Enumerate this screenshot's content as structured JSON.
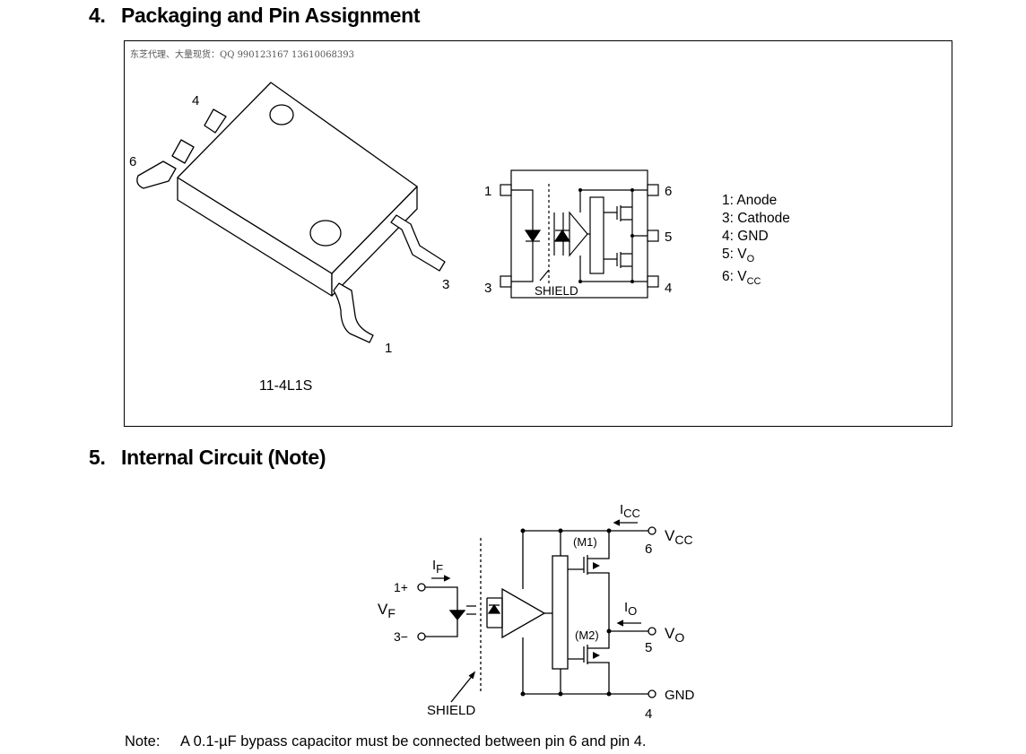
{
  "section4": {
    "number": "4.",
    "title": "Packaging and Pin Assignment"
  },
  "watermark": "东芝代理、大量现货：QQ 990123167 13610068393",
  "package": {
    "code": "11-4L1S",
    "pin_labels": [
      "4",
      "6",
      "3",
      "1"
    ]
  },
  "pin_diagram": {
    "left_pins": [
      "1",
      "3"
    ],
    "right_pins": [
      "6",
      "5",
      "4"
    ],
    "shield_label": "SHIELD"
  },
  "pin_list": [
    {
      "text": "1: Anode"
    },
    {
      "text": "3: Cathode"
    },
    {
      "text": "4: GND"
    },
    {
      "prefix": "5: V",
      "sub": "O"
    },
    {
      "prefix": "6: V",
      "sub": "CC"
    }
  ],
  "section5": {
    "number": "5.",
    "title": "Internal Circuit (Note)"
  },
  "internal_circuit": {
    "icc": {
      "main": "I",
      "sub": "CC"
    },
    "vcc": {
      "main": "V",
      "sub": "CC"
    },
    "vcc_pin": "6",
    "m1": "(M1)",
    "m2": "(M2)",
    "if": {
      "main": "I",
      "sub": "F"
    },
    "vf": {
      "main": "V",
      "sub": "F"
    },
    "in_plus": "1+",
    "in_minus": "3−",
    "io": {
      "main": "I",
      "sub": "O"
    },
    "vo": {
      "main": "V",
      "sub": "O"
    },
    "vo_pin": "5",
    "gnd": "GND",
    "gnd_pin": "4",
    "shield": "SHIELD"
  },
  "note": {
    "label": "Note:",
    "text": "A 0.1-µF bypass capacitor must be connected between pin 6 and pin 4."
  }
}
